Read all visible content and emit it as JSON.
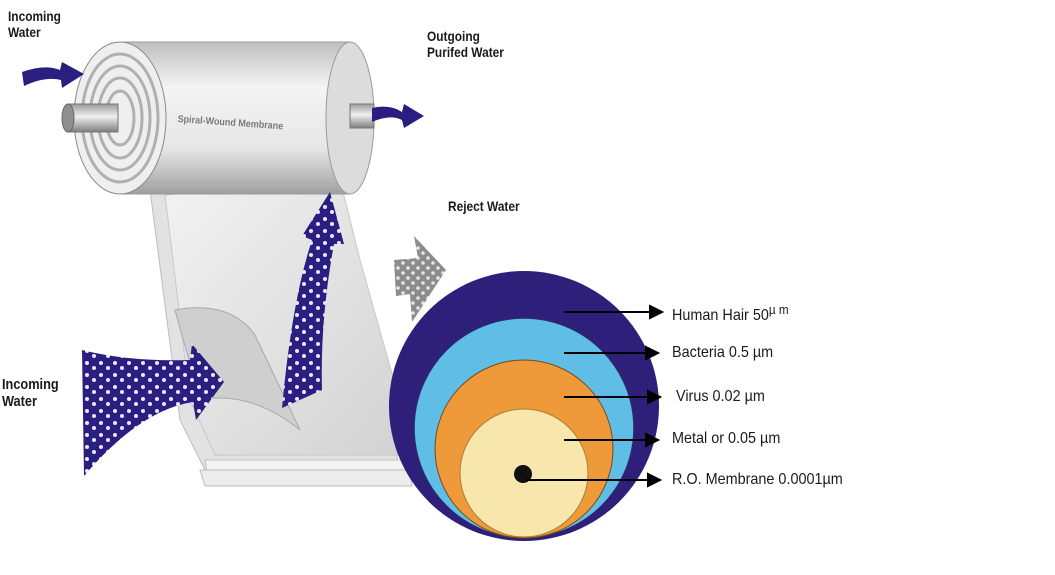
{
  "labels": {
    "incoming_top": [
      "Incoming",
      "Water"
    ],
    "outgoing": [
      "Outgoing",
      "Purifed Water"
    ],
    "incoming_side": [
      "Incoming",
      "Water"
    ],
    "reject": "Reject Water",
    "membrane_roll": "Spiral-Wound Membrane"
  },
  "rings": [
    {
      "label": "Human Hair 50",
      "unit": "µ m",
      "color": "#2e1f7a"
    },
    {
      "label": "Bacteria 0.5 µm",
      "color": "#5fbde6"
    },
    {
      "label": "Virus 0.02 µm",
      "color": "#ef9a3a"
    },
    {
      "label": "Metal or 0.05 µm",
      "color": "#f7e7ad"
    },
    {
      "label": "R.O. Membrane 0.0001µm",
      "color": "#111111"
    }
  ],
  "colors": {
    "flow": "#2a1f80",
    "reject": "#9a9a9a"
  }
}
